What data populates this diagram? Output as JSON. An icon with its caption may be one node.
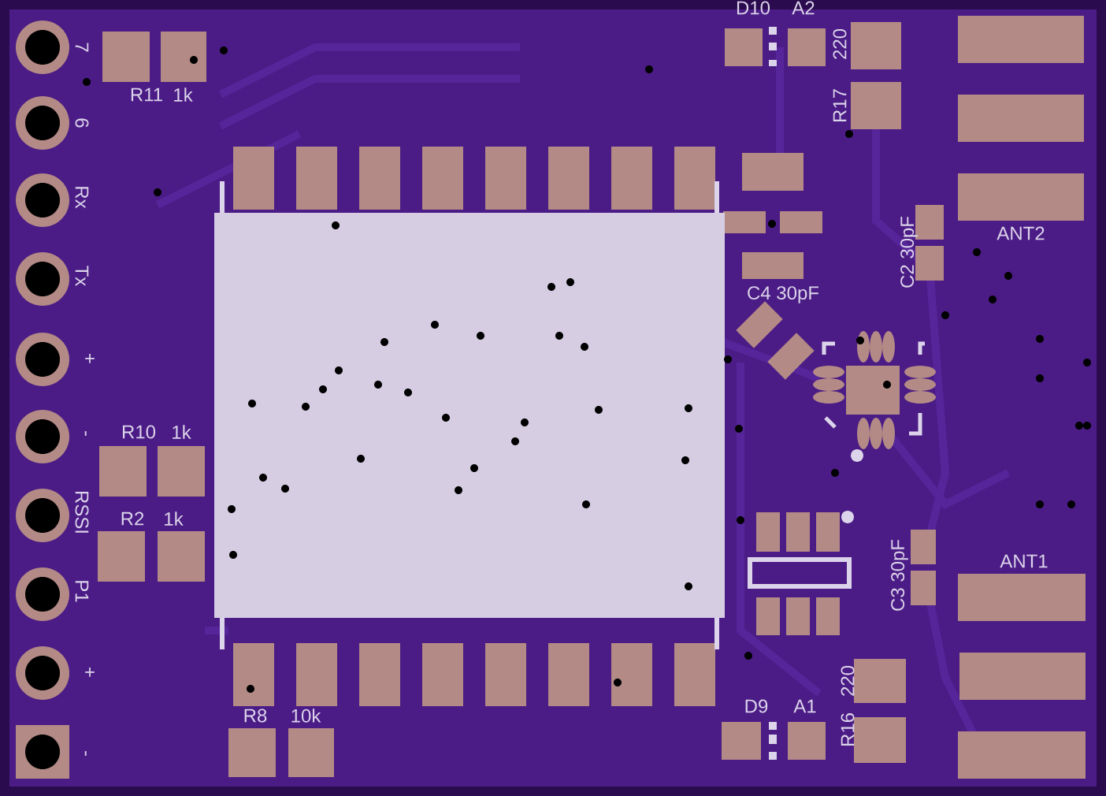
{
  "diagram": {
    "labels": [
      "7",
      "R11",
      "1k",
      "6",
      "Rx",
      "Tx",
      "+",
      "-",
      "R10",
      "1k",
      "RSSI",
      "R2",
      "1k",
      "P1",
      "+",
      "-",
      "R8",
      "10k",
      "D10",
      "A2",
      "220",
      "R17",
      "C4 30pF",
      "C2 30pF",
      "ANT2",
      "C3 30pF",
      "ANT1",
      "D9",
      "A1",
      "220",
      "R16"
    ]
  }
}
